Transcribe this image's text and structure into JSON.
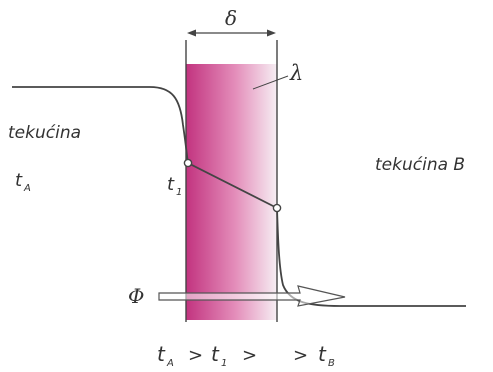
{
  "labels": {
    "fluid_a": "tekućina",
    "fluid_b": "tekućina B",
    "thickness": "δ",
    "conductivity": "λ",
    "heat_flow": "Φ",
    "t_a_main": "t",
    "t_a_sub": "A",
    "t1_main": "t",
    "t1_sub": "1"
  },
  "inequality": {
    "t_a_main": "t",
    "t_a_sub": "A",
    "gt1": ">",
    "t1_main": "t",
    "t1_sub": "1",
    "gt2": ">",
    "gt3": ">",
    "t_b_main": "t",
    "t_b_sub": "B"
  },
  "colors": {
    "wall_hot": "#c2337f",
    "wall_cold": "#f4e6ee",
    "line": "#444444"
  }
}
